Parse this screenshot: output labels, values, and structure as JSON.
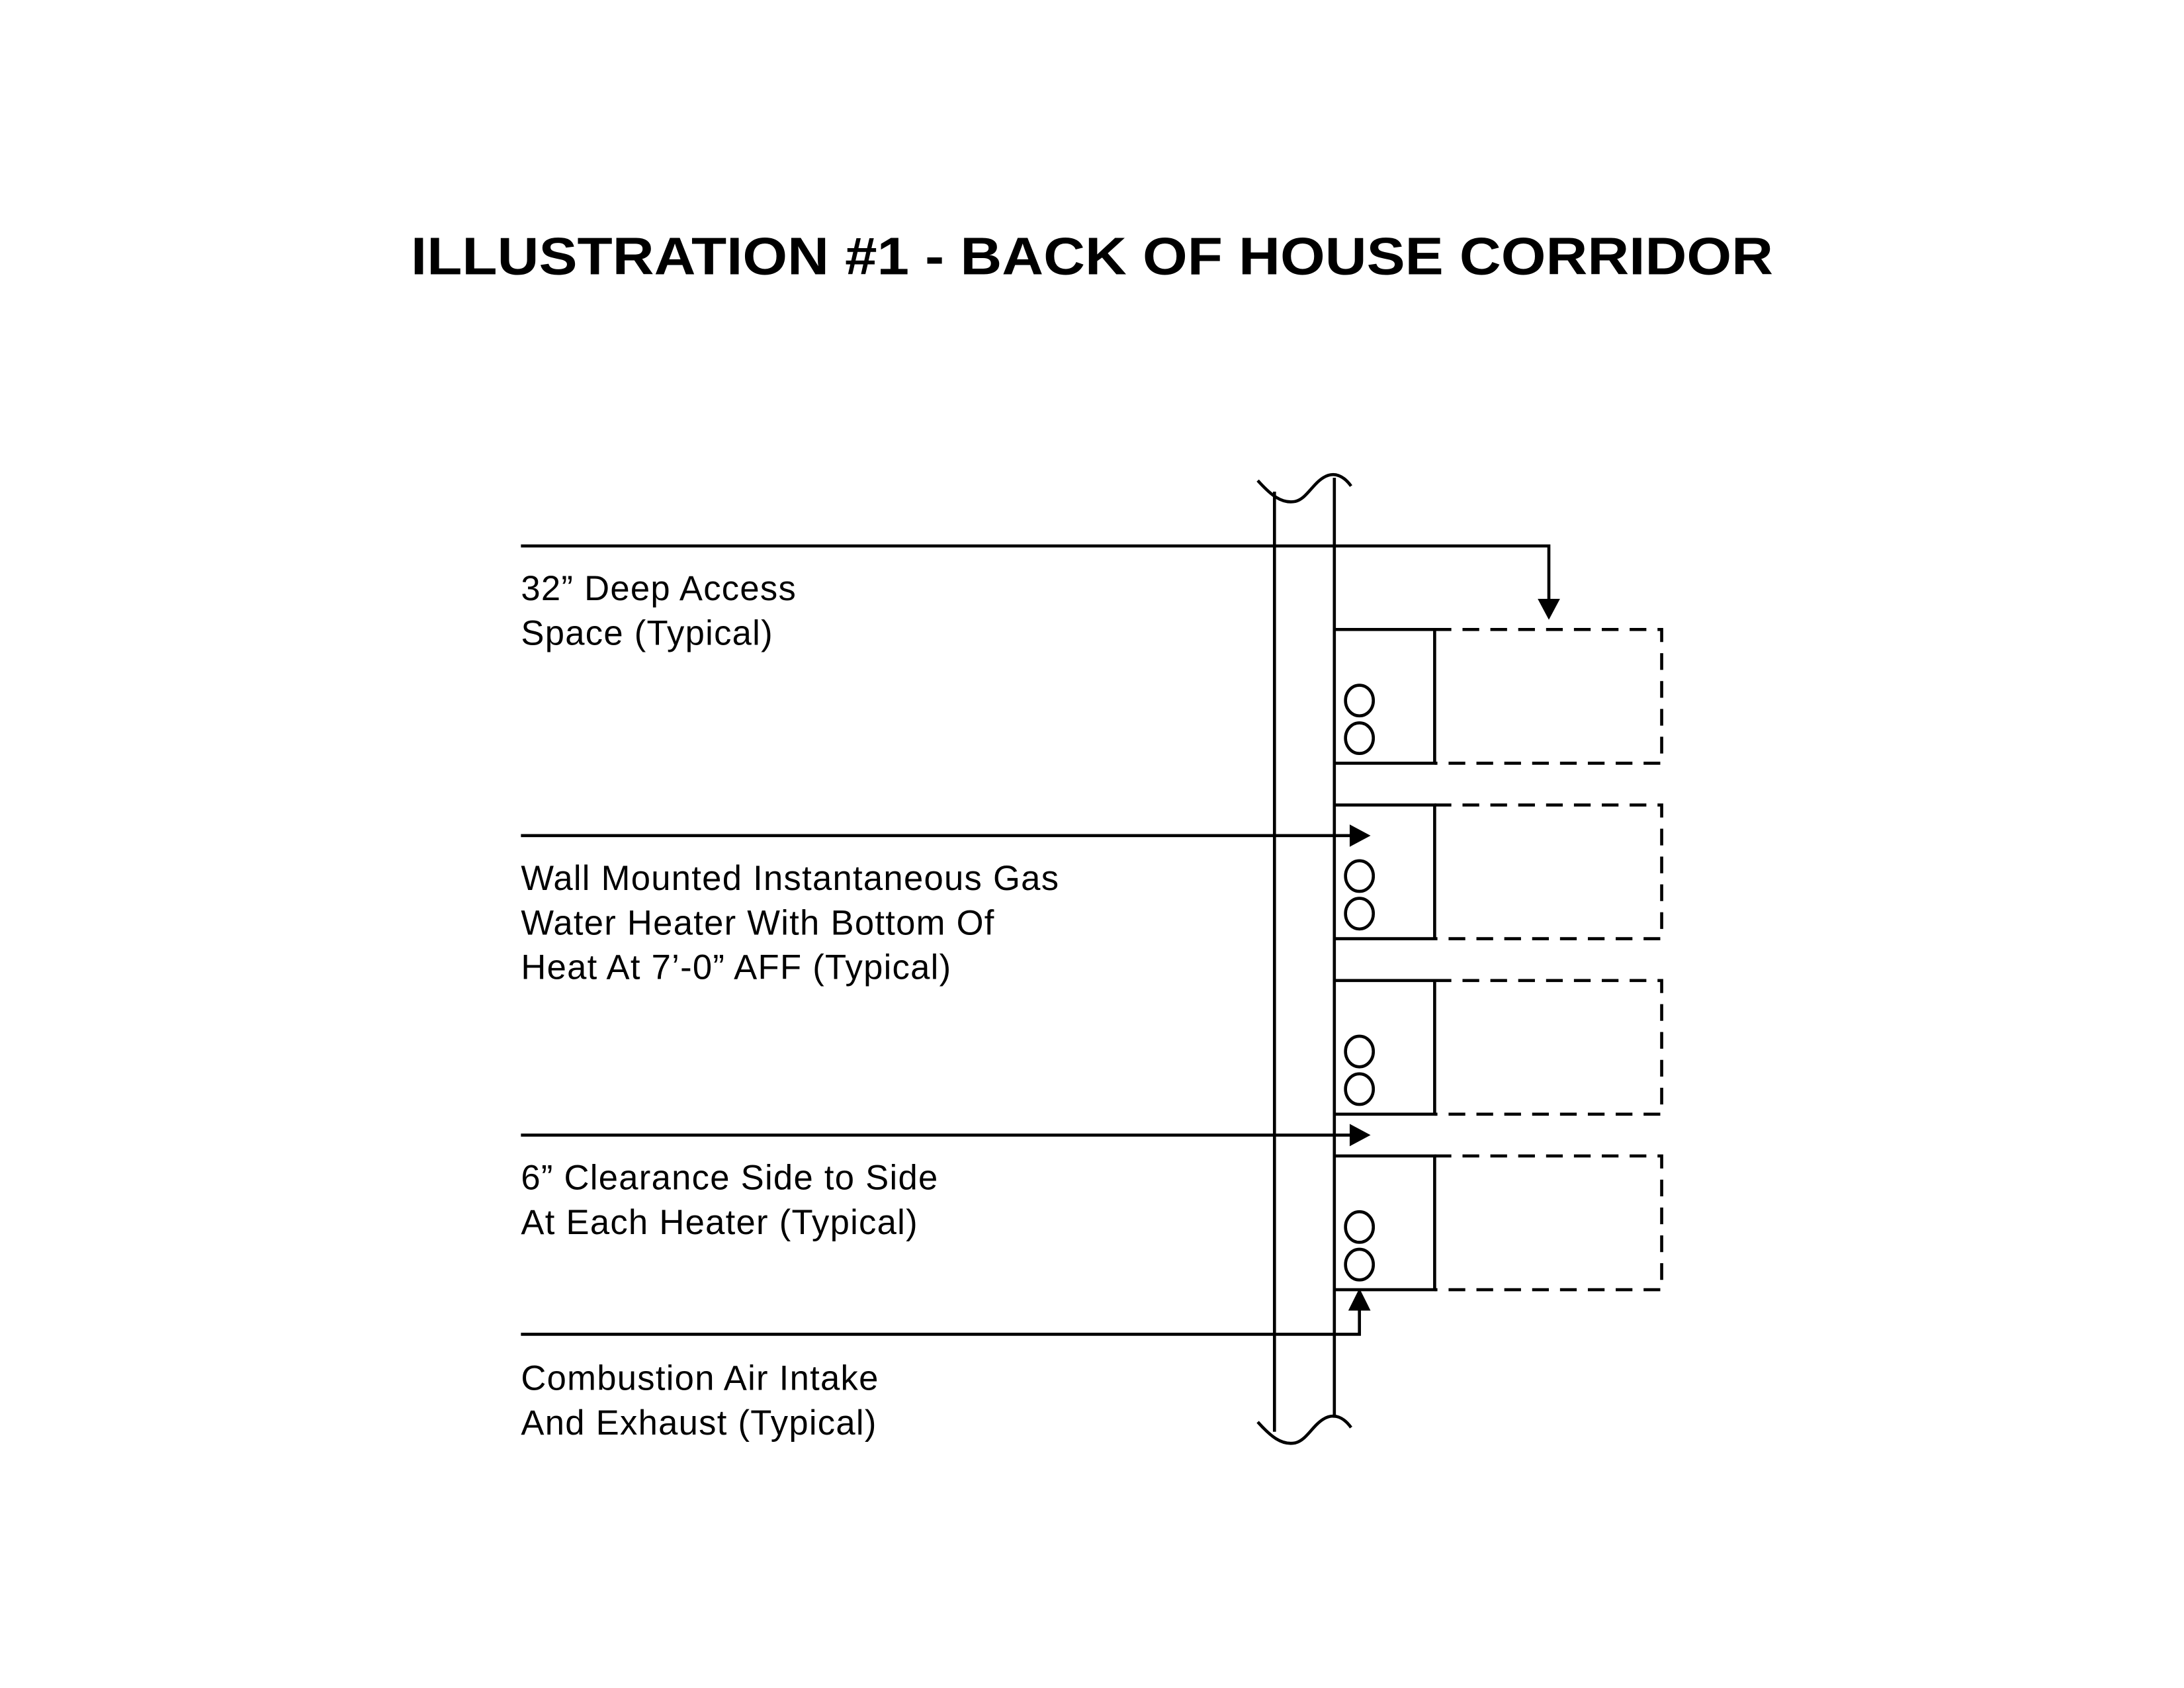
{
  "title": "ILLUSTRATION #1 - BACK OF HOUSE CORRIDOR",
  "callouts": [
    {
      "lines": [
        "32” Deep Access",
        "Space (Typical)"
      ]
    },
    {
      "lines": [
        "Wall Mounted Instantaneous Gas",
        "Water Heater With Bottom Of",
        "Heat At 7’-0” AFF (Typical)"
      ]
    },
    {
      "lines": [
        "6” Clearance Side to Side",
        "At Each Heater (Typical)"
      ]
    },
    {
      "lines": [
        "Combustion Air Intake",
        "And Exhaust (Typical)"
      ]
    }
  ],
  "heater_count": 4,
  "colors": {
    "line": "#000000",
    "background": "#ffffff"
  }
}
